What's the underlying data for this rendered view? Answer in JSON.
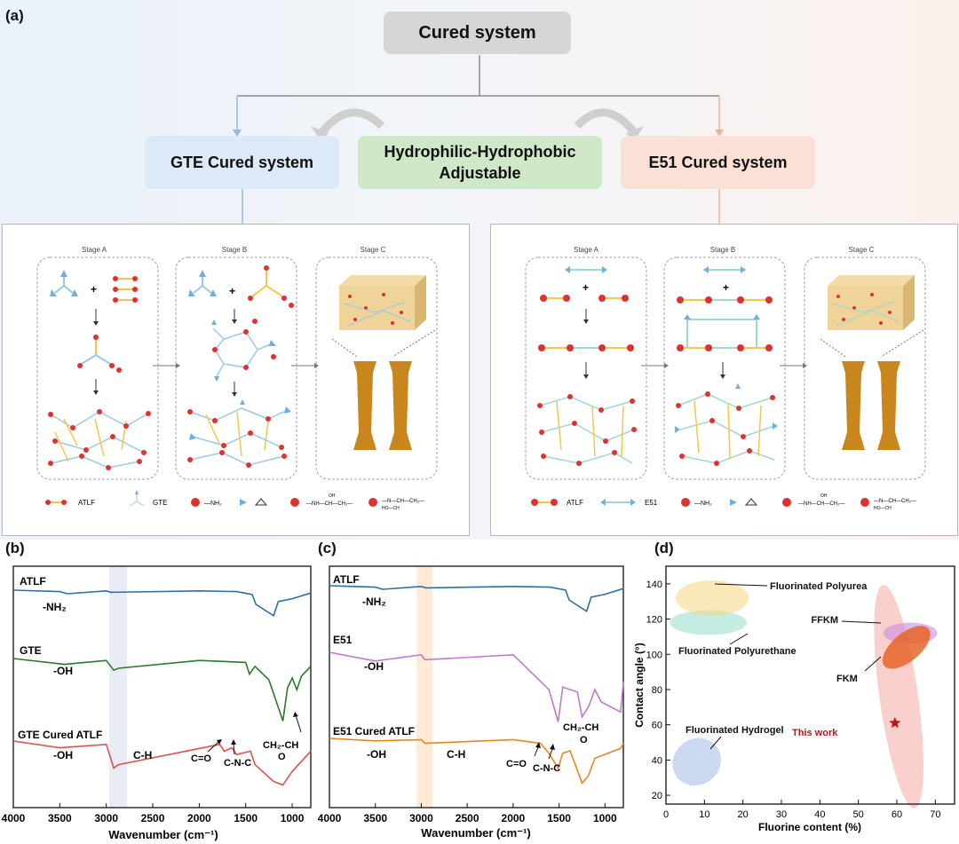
{
  "panel_labels": [
    "(a)",
    "(b)",
    "(c)",
    "(d)"
  ],
  "scheme": {
    "top_box": "Cured system",
    "left_box": "GTE Cured system",
    "middle_box": [
      "Hydrophilic-Hydrophobic",
      "Adjustable"
    ],
    "right_box": "E51 Cured system",
    "stages": [
      "Stage A",
      "Stage B",
      "Stage C"
    ],
    "left_legend": [
      "ATLF",
      "GTE",
      "—NH₂"
    ],
    "right_legend": [
      "ATLF",
      "E51",
      "—NH₂"
    ],
    "legend_formula_1": "—NH—CH—CH₂—",
    "legend_formula_oh": "OH",
    "legend_formula_2a": "—N—CH—CH₂—",
    "legend_formula_2b": "HO—CH",
    "legend_formula_2c": "CH₂"
  },
  "ftir_b": {
    "labels": [
      "ATLF",
      "-NH₂",
      "GTE",
      "-OH",
      "GTE Cured ATLF",
      "-OH",
      "C-H",
      "C=O",
      "C-N-C",
      "CH₂-CH",
      "O"
    ],
    "xticks": [
      "4000",
      "3500",
      "3000",
      "2500",
      "2000",
      "1500",
      "1000"
    ],
    "xlabel": "Wavenumber (cm⁻¹)"
  },
  "ftir_c": {
    "labels": [
      "ATLF",
      "-NH₂",
      "E51",
      "-OH",
      "E51 Cured ATLF",
      "-OH",
      "C-H",
      "C=O",
      "C-N-C",
      "CH₂-CH",
      "O"
    ],
    "xticks": [
      "4000",
      "3500",
      "3000",
      "2500",
      "2000",
      "1500",
      "1000"
    ],
    "xlabel": "Wavenumber (cm⁻¹)"
  },
  "chart_data": [
    {
      "type": "line",
      "panel": "(b)",
      "xlabel": "Wavenumber (cm⁻¹)",
      "xlim": [
        4000,
        800
      ],
      "series": [
        {
          "name": "ATLF",
          "x": [
            4000,
            3500,
            3420,
            3000,
            2950,
            2000,
            1600,
            1430,
            1390,
            1200,
            1150,
            1000,
            950,
            800
          ],
          "y": [
            0.0,
            -0.1,
            -0.25,
            -0.05,
            -0.15,
            -0.05,
            -0.1,
            -0.3,
            -1.0,
            -1.8,
            -0.8,
            -0.6,
            -0.5,
            -0.2
          ]
        },
        {
          "name": "GTE",
          "x": [
            4000,
            3450,
            3000,
            2920,
            2870,
            2000,
            1500,
            1460,
            1400,
            1250,
            1100,
            1050,
            1000,
            950,
            900,
            800
          ],
          "y": [
            0.0,
            -0.3,
            -0.1,
            -0.6,
            -0.5,
            -0.1,
            -0.2,
            -0.8,
            -0.4,
            -1.1,
            -3.2,
            -1.5,
            -1.0,
            -1.6,
            -0.9,
            -0.4
          ]
        },
        {
          "name": "GTE Cured ATLF",
          "x": [
            4000,
            3500,
            3000,
            2920,
            2870,
            1780,
            1730,
            1650,
            1600,
            1450,
            1400,
            1200,
            1100,
            1000,
            900,
            800
          ],
          "y": [
            0.0,
            -0.2,
            -0.1,
            -0.8,
            -0.7,
            -0.1,
            -0.3,
            -0.2,
            -0.4,
            -0.3,
            -0.7,
            -1.2,
            -1.3,
            -0.9,
            -0.6,
            -0.3
          ]
        }
      ]
    },
    {
      "type": "line",
      "panel": "(c)",
      "xlabel": "Wavenumber (cm⁻¹)",
      "xlim": [
        4000,
        800
      ],
      "series": [
        {
          "name": "ATLF",
          "x": [
            4000,
            3500,
            3420,
            3000,
            2950,
            2000,
            1600,
            1430,
            1390,
            1200,
            1150,
            1000,
            950,
            800
          ],
          "y": [
            0.0,
            -0.1,
            -0.25,
            -0.05,
            -0.15,
            -0.05,
            -0.1,
            -0.3,
            -1.0,
            -1.8,
            -0.8,
            -0.6,
            -0.5,
            -0.2
          ]
        },
        {
          "name": "E51",
          "x": [
            4000,
            3500,
            3000,
            2960,
            2000,
            1610,
            1510,
            1460,
            1300,
            1250,
            1180,
            1110,
            1040,
            830,
            800
          ],
          "y": [
            0.0,
            -0.35,
            -0.1,
            -0.3,
            -0.1,
            -1.5,
            -2.8,
            -1.4,
            -1.6,
            -2.6,
            -2.2,
            -1.5,
            -2.0,
            -2.4,
            -1.2
          ]
        },
        {
          "name": "E51 Cured ATLF",
          "x": [
            4000,
            3500,
            3000,
            2960,
            2000,
            1700,
            1610,
            1510,
            1460,
            1380,
            1250,
            1180,
            1110,
            1040,
            830,
            800
          ],
          "y": [
            0.0,
            -0.1,
            -0.05,
            -0.2,
            -0.05,
            -0.2,
            -0.6,
            -1.2,
            -0.6,
            -0.5,
            -1.8,
            -1.5,
            -0.8,
            -0.7,
            -0.4,
            -0.2
          ]
        }
      ]
    },
    {
      "type": "scatter",
      "panel": "(d)",
      "xlabel": "Fluorine content (%)",
      "ylabel": "Contact angle (°)",
      "xlim": [
        0,
        75
      ],
      "ylim": [
        15,
        150
      ],
      "xticks": [
        0,
        10,
        20,
        30,
        40,
        50,
        60,
        70
      ],
      "yticks": [
        20,
        40,
        60,
        80,
        100,
        120,
        140
      ],
      "regions": [
        {
          "name": "Fluorinated Polyurea",
          "cx": 12,
          "cy": 132,
          "rx": 9.5,
          "ry": 10,
          "color": "#f7d98a"
        },
        {
          "name": "Fluorinated Polyurethane",
          "cx": 11,
          "cy": 118,
          "rx": 10,
          "ry": 7,
          "color": "#9ee0cf"
        },
        {
          "name": "FFKM",
          "cx": 63.5,
          "cy": 112,
          "rx": 7,
          "ry": 6,
          "color": "#c98ce0"
        },
        {
          "name": "FKM",
          "cx": 62.5,
          "cy": 104,
          "rx": 7.5,
          "ry": 8,
          "color": "#e8642a"
        },
        {
          "name": "Fluorinated Hydrogel",
          "cx": 8,
          "cy": 39,
          "rx": 6.5,
          "ry": 13,
          "color": "#a8bfe6"
        },
        {
          "name": "",
          "cx": 60.5,
          "cy": 76,
          "rx": 5,
          "ry": 64,
          "color": "#f5b1a8"
        }
      ],
      "points": [
        {
          "name": "This work",
          "x": 59.5,
          "y": 61,
          "color": "#b31a1a",
          "marker": "star"
        }
      ]
    }
  ]
}
